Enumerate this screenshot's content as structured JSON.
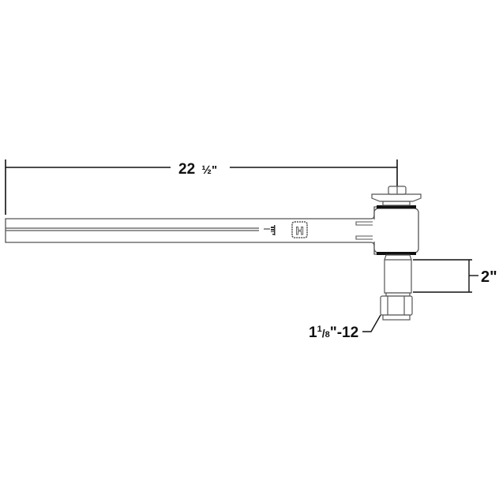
{
  "diagram": {
    "subject": "adjustable track bar with rod end",
    "dimensions": {
      "overall_length": {
        "whole": "22",
        "fraction": "½",
        "unit": "\""
      },
      "shank_length": {
        "value": "2",
        "unit": "\""
      },
      "thread": {
        "whole": "1",
        "num": "1",
        "den": "8",
        "rest": "\"-12"
      }
    },
    "logo": "H",
    "colors": {
      "line": "#111111",
      "stroke_gray": "#555555",
      "background": "#ffffff"
    }
  }
}
